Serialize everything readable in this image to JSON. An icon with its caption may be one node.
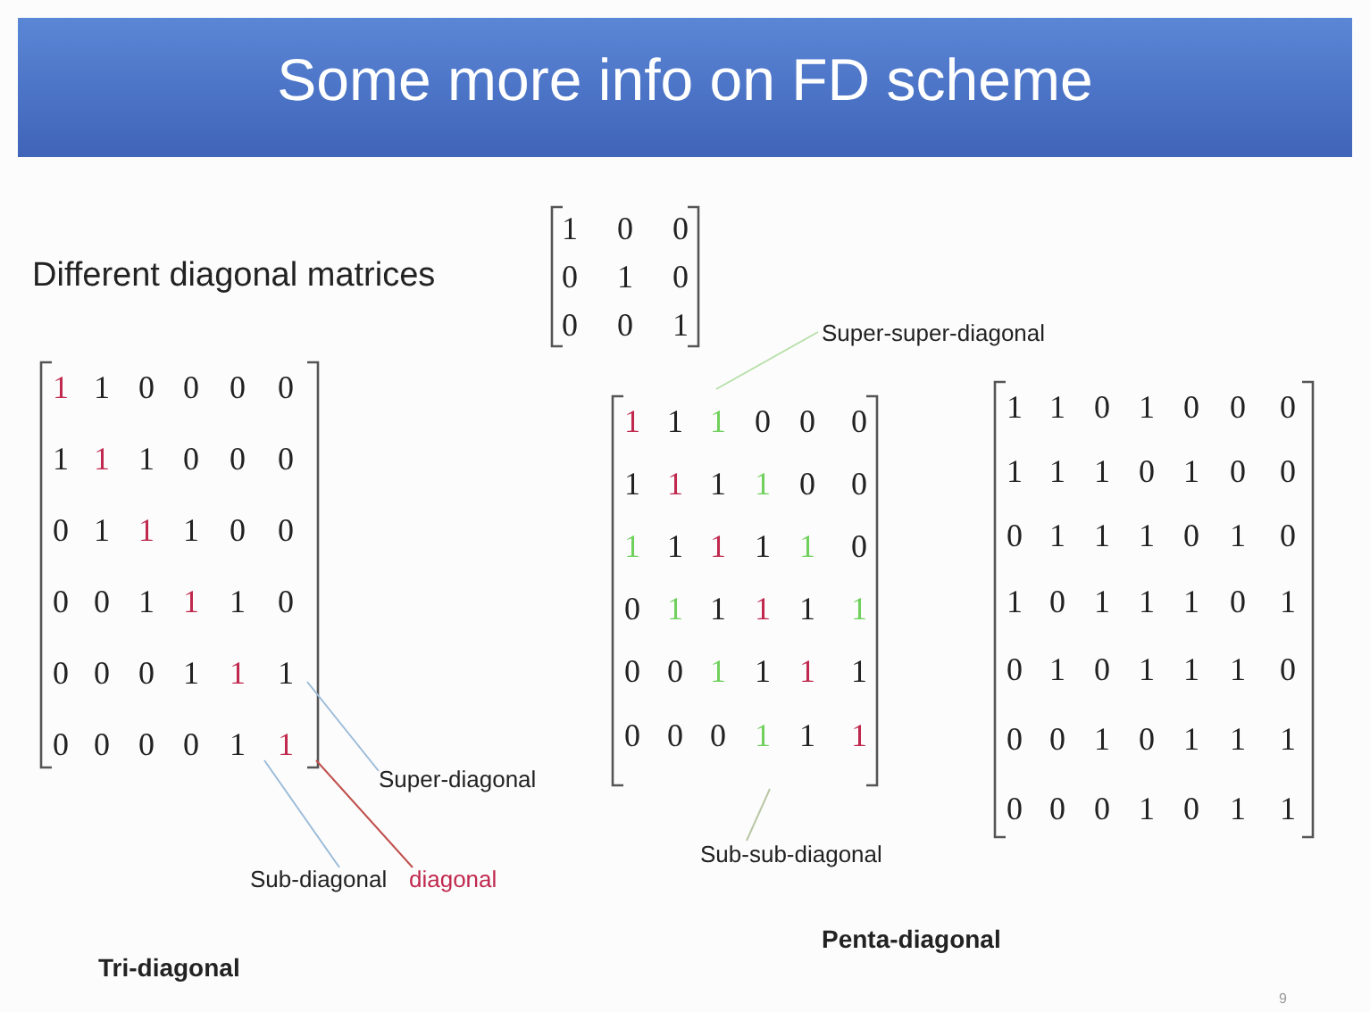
{
  "diagram": {
    "title": "Some more info on FD scheme",
    "nodes": [
      {
        "text": [
          "Super-diagonal"
        ]
      },
      {
        "text": [
          "Sub-diagonal"
        ]
      },
      {
        "text": [
          "diagonal"
        ]
      },
      {
        "text": [
          "Super-super-diagonal"
        ]
      },
      {
        "text": [
          "Sub-sub-diagonal"
        ]
      }
    ],
    "edges": [
      {
        "from": 0,
        "to": null,
        "arrow": "none",
        "color": "#9bbbd9"
      },
      {
        "from": 1,
        "to": null,
        "arrow": "none",
        "color": "#9bbbd9"
      },
      {
        "from": 2,
        "to": null,
        "arrow": "none",
        "color": "#c0504d"
      },
      {
        "from": 3,
        "to": null,
        "arrow": "none",
        "color": "#b6e0a8"
      },
      {
        "from": 4,
        "to": null,
        "arrow": "none",
        "color": "#b9c7a5"
      }
    ],
    "labels": [
      "Different diagonal matrices",
      "1",
      "0",
      "0",
      "0",
      "1",
      "0",
      "0",
      "0",
      "1",
      "1",
      "1",
      "0",
      "0",
      "0",
      "0",
      "1",
      "1",
      "1",
      "0",
      "0",
      "0",
      "0",
      "1",
      "1",
      "1",
      "0",
      "0",
      "0",
      "0",
      "1",
      "1",
      "1",
      "0",
      "0",
      "0",
      "0",
      "1",
      "1",
      "1",
      "0",
      "0",
      "0",
      "0",
      "1",
      "1",
      "1",
      "1",
      "1",
      "0",
      "0",
      "0",
      "1",
      "1",
      "1",
      "1",
      "0",
      "0",
      "1",
      "1",
      "1",
      "1",
      "1",
      "0",
      "0",
      "1",
      "1",
      "1",
      "1",
      "1",
      "0",
      "0",
      "1",
      "1",
      "1",
      "1",
      "0",
      "0",
      "0",
      "1",
      "1",
      "1",
      "1",
      "1",
      "0",
      "1",
      "0",
      "0",
      "0",
      "1",
      "1",
      "1",
      "0",
      "1",
      "0",
      "0",
      "0",
      "1",
      "1",
      "1",
      "0",
      "1",
      "0",
      "1",
      "0",
      "1",
      "1",
      "1",
      "0",
      "1",
      "0",
      "1",
      "0",
      "1",
      "1",
      "1",
      "0",
      "0",
      "0",
      "1",
      "0",
      "1",
      "1",
      "1",
      "0",
      "0",
      "0",
      "1",
      "0",
      "1",
      "1",
      "Tri-diagonal",
      "Penta-diagonal",
      "9"
    ]
  }
}
